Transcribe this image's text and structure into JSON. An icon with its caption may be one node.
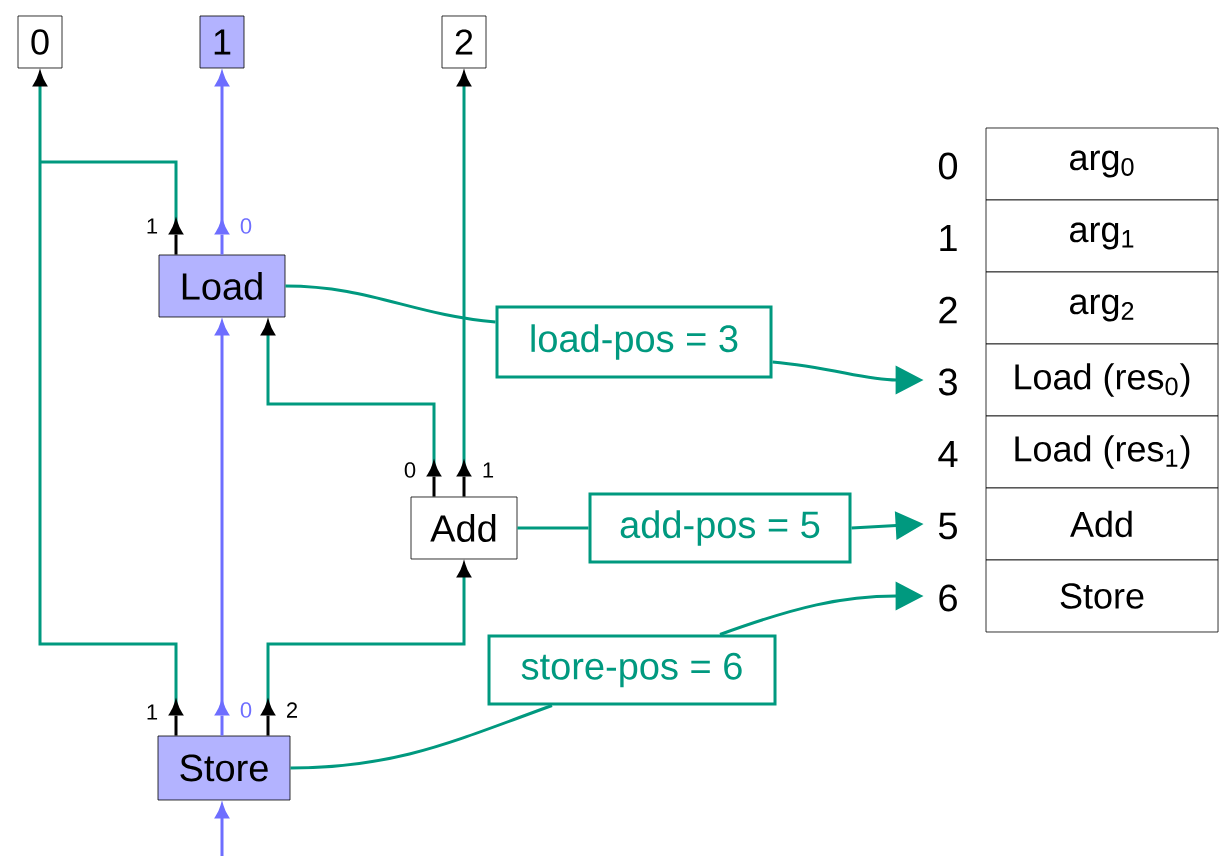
{
  "diagram": {
    "nodes": [
      {
        "text": [
          "0"
        ]
      },
      {
        "text": [
          "1"
        ]
      },
      {
        "text": [
          "2"
        ]
      },
      {
        "text": [
          "Load"
        ]
      },
      {
        "text": [
          "Add"
        ]
      },
      {
        "text": [
          "Store"
        ]
      },
      {
        "text": [
          "load-pos = 3"
        ]
      },
      {
        "text": [
          "add-pos = 5"
        ]
      },
      {
        "text": [
          "store-pos = 6"
        ]
      },
      {
        "text": [
          "arg$_{0}$"
        ],
        "beside": [
          "0"
        ]
      },
      {
        "text": [
          "arg$_{1}$"
        ],
        "beside": [
          "1"
        ]
      },
      {
        "text": [
          "arg$_{2}$"
        ],
        "beside": [
          "2"
        ]
      },
      {
        "text": [
          "Load (res$_{0}$)"
        ],
        "beside": [
          "3"
        ]
      },
      {
        "text": [
          "Load (res$_{1}$)"
        ],
        "beside": [
          "4"
        ]
      },
      {
        "text": [
          "Add"
        ],
        "beside": [
          "5"
        ]
      },
      {
        "text": [
          "Store"
        ],
        "beside": [
          "6"
        ]
      }
    ],
    "edges": [
      {
        "from": 5,
        "to": 0,
        "arrow": "to",
        "label": "1"
      },
      {
        "from": 5,
        "to": 3,
        "arrow": "to",
        "label": "0",
        "color": "#6e6eff"
      },
      {
        "from": 5,
        "to": 4,
        "arrow": "to",
        "label": "2"
      },
      {
        "from": 3,
        "to": 0,
        "arrow": "to",
        "label": "1"
      },
      {
        "from": 3,
        "to": 1,
        "arrow": "to",
        "label": "0",
        "color": "#6e6eff"
      },
      {
        "from": 4,
        "to": 3,
        "arrow": "to",
        "label": "0"
      },
      {
        "from": 4,
        "to": 2,
        "arrow": "to",
        "label": "1"
      },
      {
        "from": null,
        "to": 5,
        "arrow": "to",
        "color": "#6e6eff"
      },
      {
        "from": 3,
        "to": 6,
        "arrow": "none"
      },
      {
        "from": 6,
        "to": 12,
        "arrow": "to"
      },
      {
        "from": 4,
        "to": 7,
        "arrow": "none"
      },
      {
        "from": 7,
        "to": 14,
        "arrow": "to"
      },
      {
        "from": 5,
        "to": 8,
        "arrow": "none"
      },
      {
        "from": 8,
        "to": 15,
        "arrow": "to"
      }
    ]
  }
}
